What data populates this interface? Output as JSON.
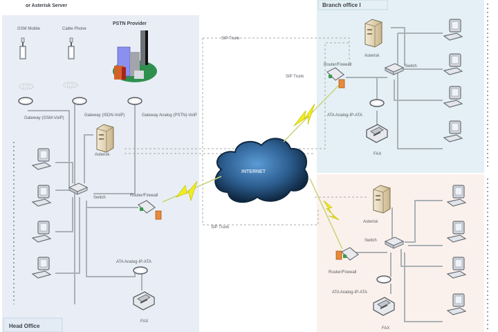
{
  "header": {
    "caption": "or Asterisk Server"
  },
  "regions": {
    "head_office": {
      "title": "Head Office",
      "bg": "#e9eef6"
    },
    "branch_1": {
      "title": "Branch office I",
      "bg": "#e4f0f5"
    },
    "branch_2": {
      "title": "Branch office II",
      "bg": "#fbf1ec"
    }
  },
  "head_office": {
    "mobile_1": "GSM Mobile",
    "mobile_2": "Cable Phone",
    "pstn": "PSTN Provider",
    "gw_gsm": "Gateway (GSM-VoIP)",
    "gw_isdn": "Gateway (ISDN-VoIP)",
    "gw_analog": "Gateway Analog (PSTN)-VoIP",
    "server": "Asterisk",
    "switch": "Switch",
    "router": "Router/Firewall",
    "ata": "ATA Analog-IP-ATA",
    "fax": "FAX"
  },
  "branch_1": {
    "server": "Asterisk",
    "switch": "Switch",
    "router": "Router/Firewall",
    "ata": "ATA Analog-IP-ATA",
    "fax": "FAX"
  },
  "branch_2": {
    "server": "Asterisk",
    "switch": "Switch",
    "router": "Router/Firewall",
    "ata": "ATA Analog-IP-ATA",
    "fax": "FAX"
  },
  "internet": {
    "label": "INTERNET"
  },
  "trunks": {
    "top": "SIP Trunk",
    "right": "SIP Trunk",
    "bottom": "SIP Trunk"
  },
  "colors": {
    "lightning": "#f2ee1e",
    "cloud": "#2c5d8f",
    "cloud_dark": "#0f2740"
  }
}
